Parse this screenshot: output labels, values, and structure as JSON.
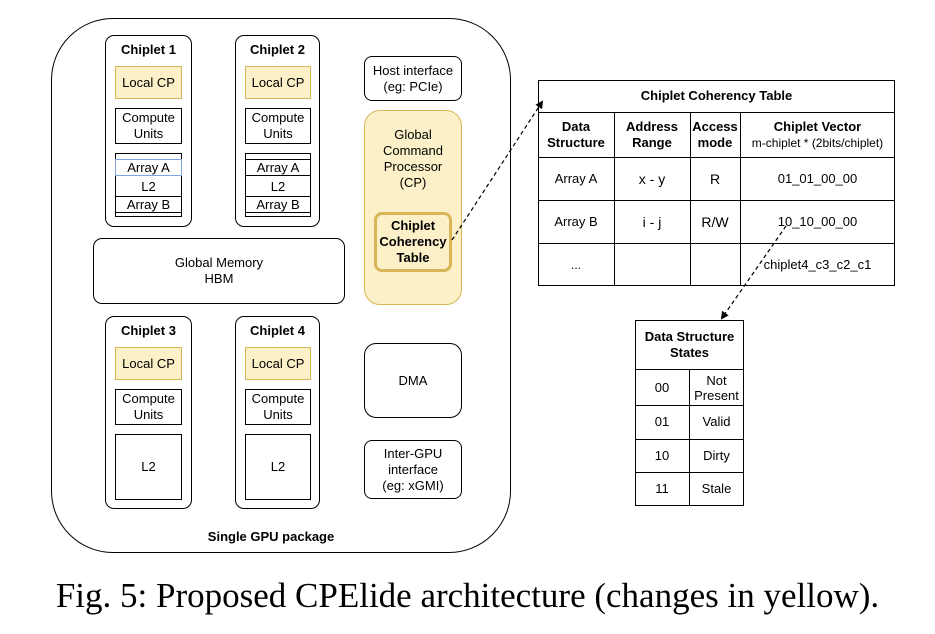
{
  "package": {
    "label": "Single GPU package",
    "chiplets": [
      {
        "title": "Chiplet 1",
        "local_cp": "Local CP",
        "compute": "Compute Units",
        "arrays": [
          "Array A",
          "L2",
          "Array B"
        ]
      },
      {
        "title": "Chiplet 2",
        "local_cp": "Local CP",
        "compute": "Compute Units",
        "arrays": [
          "Array A",
          "L2",
          "Array B"
        ]
      },
      {
        "title": "Chiplet 3",
        "local_cp": "Local CP",
        "compute": "Compute Units",
        "l2": "L2"
      },
      {
        "title": "Chiplet 4",
        "local_cp": "Local CP",
        "compute": "Compute Units",
        "l2": "L2"
      }
    ],
    "global_memory": {
      "line1": "Global Memory",
      "line2": "HBM"
    },
    "host_interface": {
      "line1": "Host interface",
      "line2": "(eg: PCIe)"
    },
    "global_cp": {
      "lines": [
        "Global",
        "Command",
        "Processor",
        "(CP)"
      ]
    },
    "inner_table": {
      "lines": [
        "Chiplet",
        "Coherency",
        "Table"
      ]
    },
    "dma": "DMA",
    "inter_gpu": {
      "lines": [
        "Inter-GPU",
        "interface",
        "(eg: xGMI)"
      ]
    }
  },
  "coherency_table": {
    "title": "Chiplet Coherency Table",
    "headers": [
      {
        "l1": "Data",
        "l2": "Structure"
      },
      {
        "l1": "Address",
        "l2": "Range"
      },
      {
        "l1": "Access",
        "l2": "mode"
      },
      {
        "l1": "Chiplet Vector",
        "l2": "m-chiplet * (2bits/chiplet)"
      }
    ],
    "rows": [
      [
        "Array A",
        "x - y",
        "R",
        "01_01_00_00"
      ],
      [
        "Array B",
        "i - j",
        "R/W",
        "10_10_00_00"
      ],
      [
        "...",
        "",
        "",
        "chiplet4_c3_c2_c1"
      ]
    ]
  },
  "states_table": {
    "title_l1": "Data Structure",
    "title_l2": "States",
    "rows": [
      {
        "code": "00",
        "l1": "Not",
        "l2": "Present"
      },
      {
        "code": "01",
        "l1": "Valid",
        "l2": ""
      },
      {
        "code": "10",
        "l1": "Dirty",
        "l2": ""
      },
      {
        "code": "11",
        "l1": "Stale",
        "l2": ""
      }
    ]
  },
  "caption": "Fig. 5: Proposed CPElide architecture (changes in yellow).",
  "colors": {
    "yellow_fill": "#fbf0c8",
    "yellow_border": "#d6b656",
    "line": "#000000"
  }
}
